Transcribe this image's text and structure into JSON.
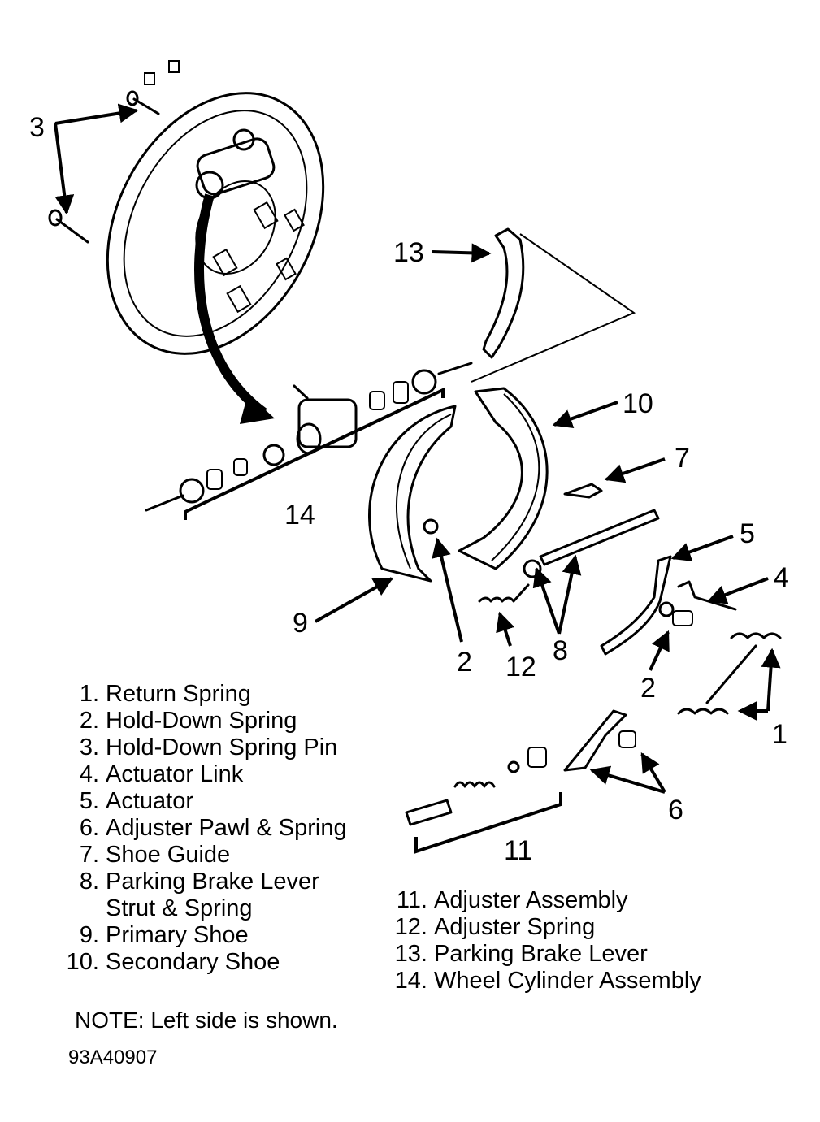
{
  "callouts": {
    "c1": "1",
    "c2a": "2",
    "c2b": "2",
    "c3": "3",
    "c4": "4",
    "c5": "5",
    "c6": "6",
    "c7": "7",
    "c8": "8",
    "c9": "9",
    "c10": "10",
    "c11a": "11",
    "c12": "12",
    "c13": "13",
    "c14": "14"
  },
  "legend_left": [
    {
      "num": "1.",
      "label": "Return Spring"
    },
    {
      "num": "2.",
      "label": "Hold-Down Spring"
    },
    {
      "num": "3.",
      "label": "Hold-Down Spring Pin"
    },
    {
      "num": "4.",
      "label": "Actuator Link"
    },
    {
      "num": "5.",
      "label": "Actuator"
    },
    {
      "num": "6.",
      "label": "Adjuster Pawl & Spring"
    },
    {
      "num": "7.",
      "label": "Shoe Guide"
    },
    {
      "num": "8.",
      "label": "Parking Brake Lever"
    },
    {
      "num": "",
      "label": "Strut & Spring"
    },
    {
      "num": "9.",
      "label": "Primary Shoe"
    },
    {
      "num": "10.",
      "label": "Secondary Shoe"
    }
  ],
  "legend_right": [
    {
      "num": "11.",
      "label": "Adjuster Assembly"
    },
    {
      "num": "12.",
      "label": "Adjuster Spring"
    },
    {
      "num": "13.",
      "label": "Parking Brake Lever"
    },
    {
      "num": "14.",
      "label": "Wheel Cylinder Assembly"
    }
  ],
  "note": "NOTE: Left side is shown.",
  "figure_id": "93A40907"
}
